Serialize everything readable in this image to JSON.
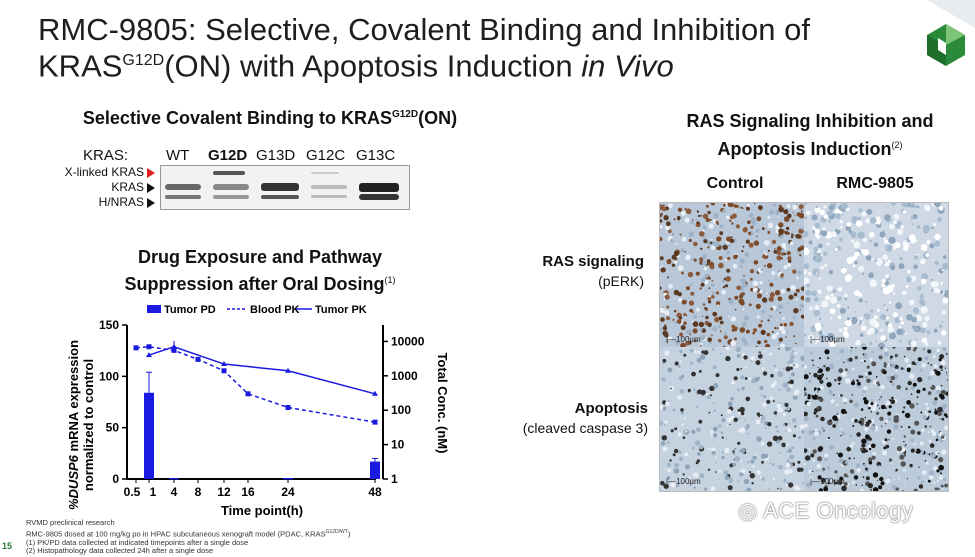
{
  "slide": {
    "title_main": "RMC-9805: Selective, Covalent Binding and Inhibition of",
    "title_line2_pre": "KRAS",
    "title_line2_sup": "G12D",
    "title_line2_mid": "(ON) with Apoptosis Induction ",
    "title_line2_italic": "in Vivo",
    "page_number": "15",
    "watermark": "ACE Oncology",
    "colors": {
      "accent_green": "#2a8a3a",
      "bar_blue": "#1a1ae0",
      "blot_red": "#e02020"
    }
  },
  "binding": {
    "title_pre": "Selective Covalent Binding to KRAS",
    "title_sup": "G12D",
    "title_post": "(ON)",
    "kras_label": "KRAS:",
    "lanes": [
      "WT",
      "G12D",
      "G13D",
      "G12C",
      "G13C"
    ],
    "row_labels": [
      "X-linked KRAS",
      "KRAS",
      "H/NRAS"
    ]
  },
  "exposure": {
    "title_line1": "Drug Exposure and Pathway",
    "title_line2": "Suppression after Oral Dosing",
    "title_ref": "(1)"
  },
  "chart_data": {
    "type": "bar",
    "xlabel": "Time point(h)",
    "ylabel_line1": "%DUSP6 mRNA expression",
    "ylabel_line2": "normalized to control",
    "y2label": "Total Conc. (nM)",
    "xticks": [
      "0.5",
      "1",
      "4",
      "8",
      "12",
      "16",
      "24",
      "48"
    ],
    "ylim": [
      0,
      150
    ],
    "yticks": [
      "0",
      "50",
      "100",
      "150"
    ],
    "y2lim": [
      1,
      30000
    ],
    "y2scale": "log",
    "y2ticks": [
      "1",
      "10",
      "100",
      "1000",
      "10000"
    ],
    "legend": [
      "Tumor PD",
      "Blood PK",
      "Tumor PK"
    ],
    "legend_placement": "top",
    "series": [
      {
        "name": "Tumor PD",
        "type": "bar",
        "x": [
          1,
          4,
          24,
          48
        ],
        "y": [
          84,
          1,
          1,
          17
        ],
        "err": [
          20,
          0,
          0,
          3
        ]
      },
      {
        "name": "Blood PK",
        "type": "line-dashed",
        "x": [
          0.5,
          1,
          4,
          8,
          12,
          16,
          24,
          48
        ],
        "y": [
          6500,
          7000,
          5500,
          3000,
          1400,
          300,
          120,
          45
        ]
      },
      {
        "name": "Tumor PK",
        "type": "line",
        "x": [
          1,
          4,
          12,
          24,
          48
        ],
        "y": [
          4000,
          7000,
          2200,
          1400,
          300
        ]
      }
    ]
  },
  "apoptosis": {
    "title_line1": "RAS Signaling Inhibition and",
    "title_line2": "Apoptosis Induction",
    "title_ref": "(2)",
    "col_control": "Control",
    "col_drug": "RMC-9805",
    "row1_label": "RAS signaling",
    "row1_sub": "(pERK)",
    "row2_label": "Apoptosis",
    "row2_sub": "(cleaved caspase 3)",
    "scale": "100µm"
  },
  "footnotes": {
    "line1": "RVMD preclinical research",
    "line2": "RMC-9805 dosed at 100 mg/kg po in HPAC subcutaneous xenograft model (PDAC, KRAS",
    "line2_sup": "G12D/WT",
    "line2_end": ")",
    "line3": "(1) PK/PD data collected at indicated timepoints after a single dose",
    "line4": "(2) Histopathology data collected 24h after a single dose"
  }
}
